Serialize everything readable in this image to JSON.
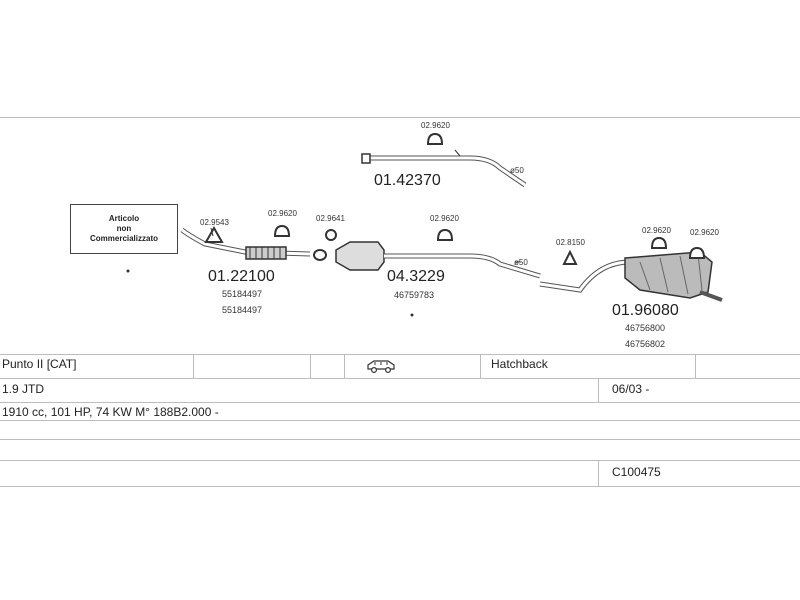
{
  "note_box": {
    "line1": "Articolo",
    "line2": "non",
    "line3": "Commercializzato"
  },
  "parts": {
    "pipe_top": {
      "number": "01.42370",
      "bracket": "02.9620",
      "dia": "ø50"
    },
    "front_pipe": {
      "number": "01.22100",
      "oem1": "55184497",
      "oem2": "55184497",
      "bracket": "02.9543",
      "hanger": "02.9620"
    },
    "gasket": {
      "number": "02.9641"
    },
    "catalyst": {
      "number": "04.3229",
      "oem1": "46759783",
      "bracket": "02.9620",
      "dia": "ø50"
    },
    "middle": {
      "bracket": "02.8150"
    },
    "rear_silencer": {
      "number": "01.96080",
      "oem1": "46756800",
      "oem2": "46756802",
      "bracket1": "02.9620",
      "bracket2": "02.9620"
    }
  },
  "table": {
    "row1": {
      "model": "Punto II  [CAT]",
      "body": "Hatchback"
    },
    "row2": {
      "engine": "1.9 JTD",
      "date": "06/03 -"
    },
    "row3": {
      "spec": "1910 cc, 101 HP, 74 KW M° 188B2.000 -"
    },
    "row5": {
      "code": "C100475"
    }
  },
  "icons": {
    "car": "car-hatchback-icon"
  }
}
